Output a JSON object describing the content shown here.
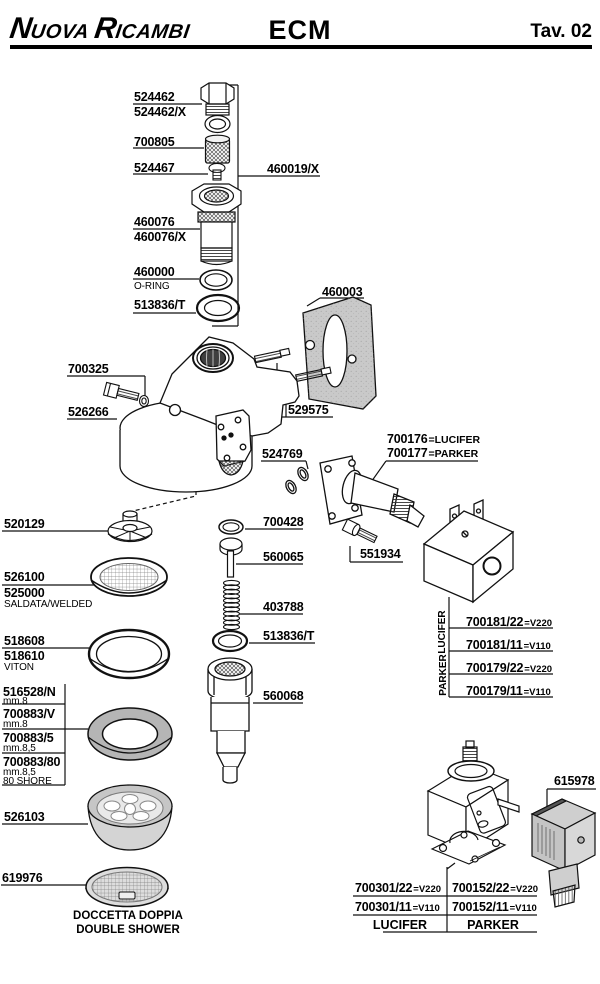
{
  "header": {
    "logo_word1_initial": "N",
    "logo_word1_rest": "UOVA ",
    "logo_word2_initial": "R",
    "logo_word2_rest": "ICAMBI",
    "title": "ECM",
    "plate": "Tav. 02"
  },
  "colors": {
    "line": "#111111",
    "gasket_gray": "#b5b5b5",
    "plate_gray": "#c9c9c9",
    "connector_gray": "#cfcfcf"
  },
  "labels": {
    "p524462": "524462",
    "p524462x": "524462/X",
    "p700805": "700805",
    "p524467": "524467",
    "p460019x": "460019/X",
    "p460076": "460076",
    "p460076x": "460076/X",
    "p460000": "460000",
    "p460000_sub": "O-RING",
    "p513836t": "513836/T",
    "p460003": "460003",
    "p700325": "700325",
    "p526266": "526266",
    "p529575": "529575",
    "p524769": "524769",
    "p700176": "700176",
    "p700176_brand": "=LUCIFER",
    "p700177": "700177",
    "p700177_brand": "=PARKER",
    "p551934": "551934",
    "p700428": "700428",
    "p560065": "560065",
    "p403788": "403788",
    "p513836t_2": "513836/T",
    "p560068": "560068",
    "p520129": "520129",
    "p526100": "526100",
    "p525000": "525000",
    "p525000_sub": "SALDATA/WELDED",
    "p518608": "518608",
    "p518610": "518610",
    "p518610_sub": "VITON",
    "p516528n": "516528/N",
    "p516528n_sub": "mm.8",
    "p700883v": "700883/V",
    "p700883v_sub": "mm.8",
    "p700883_5": "700883/5",
    "p700883_5_sub": "mm.8,5",
    "p700883_80": "700883/80",
    "p700883_80_sub1": "mm.8,5",
    "p700883_80_sub2": "80 SHORE",
    "p526103": "526103",
    "p619976": "619976",
    "p615978": "615978",
    "caption_line1": "DOCCETTA DOPPIA",
    "caption_line2": "DOUBLE SHOWER"
  },
  "coil_table": {
    "brand_rows": [
      {
        "brand": "LUCIFER",
        "rows": [
          {
            "code": "700181/22",
            "voltage": "=V220"
          },
          {
            "code": "700181/11",
            "voltage": "=V110"
          }
        ]
      },
      {
        "brand": "PARKER",
        "rows": [
          {
            "code": "700179/22",
            "voltage": "=V220"
          },
          {
            "code": "700179/11",
            "voltage": "=V110"
          }
        ]
      }
    ]
  },
  "valve_table": {
    "columns": [
      {
        "brand": "LUCIFER",
        "rows": [
          {
            "code": "700301/22",
            "voltage": "=V220"
          },
          {
            "code": "700301/11",
            "voltage": "=V110"
          }
        ]
      },
      {
        "brand": "PARKER",
        "rows": [
          {
            "code": "700152/22",
            "voltage": "=V220"
          },
          {
            "code": "700152/11",
            "voltage": "=V110"
          }
        ]
      }
    ]
  }
}
